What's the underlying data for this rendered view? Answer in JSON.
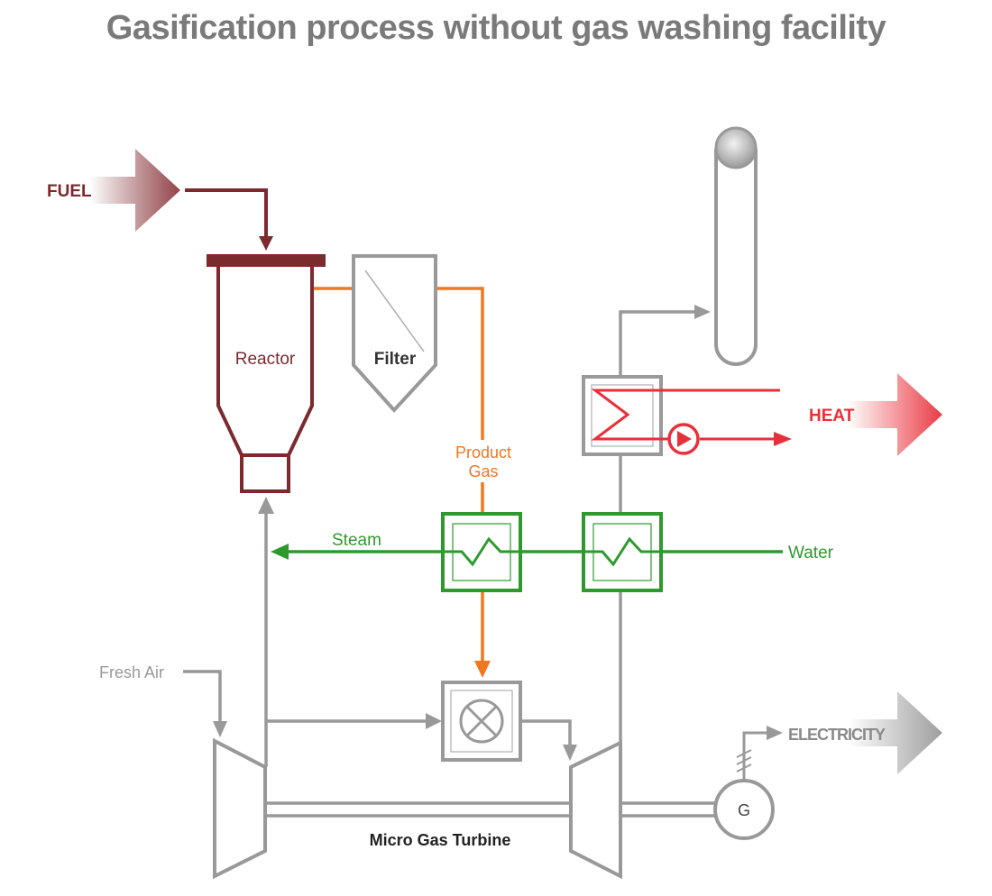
{
  "title": "Gasification process without gas washing facility",
  "labels": {
    "fuel": "FUEL",
    "reactor": "Reactor",
    "filter": "Filter",
    "product_gas_line1": "Product",
    "product_gas_line2": "Gas",
    "steam": "Steam",
    "water": "Water",
    "heat": "HEAT",
    "fresh_air": "Fresh Air",
    "electricity": "ELECTRICITY",
    "generator": "G",
    "micro_gas_turbine": "Micro Gas Turbine"
  },
  "colors": {
    "fuel": "#7b2a2e",
    "product_gas": "#f07820",
    "steam_water": "#2e9a2e",
    "heat": "#e8303a",
    "air": "#999999",
    "title": "#7a7a7a"
  }
}
